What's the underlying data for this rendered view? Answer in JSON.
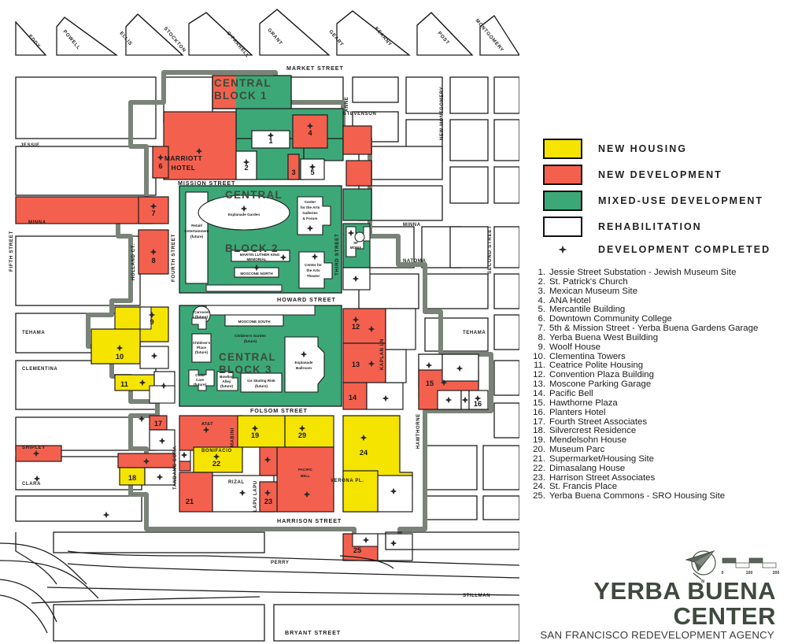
{
  "title": {
    "main": "YERBA BUENA CENTER",
    "sub": "SAN FRANCISCO REDEVELOPMENT AGENCY"
  },
  "scale": {
    "ticks": [
      "0",
      "100",
      "200"
    ]
  },
  "north": {
    "label": "N"
  },
  "legend": {
    "items": [
      {
        "label": "NEW HOUSING",
        "color": "#F5E400",
        "type": "swatch"
      },
      {
        "label": "NEW DEVELOPMENT",
        "color": "#F4604E",
        "type": "swatch"
      },
      {
        "label": "MIXED-USE DEVELOPMENT",
        "color": "#3CA877",
        "type": "swatch"
      },
      {
        "label": "REHABILITATION",
        "color": "#FFFFFF",
        "type": "swatch"
      },
      {
        "label": "DEVELOPMENT COMPLETED",
        "color": "#2A2A2A",
        "type": "diamond"
      }
    ]
  },
  "key_list": [
    {
      "num": "1.",
      "text": "Jessie Street Substation - Jewish Museum Site"
    },
    {
      "num": "2.",
      "text": "St. Patrick's Church"
    },
    {
      "num": "3.",
      "text": "Mexican Museum Site"
    },
    {
      "num": "4.",
      "text": "ANA Hotel"
    },
    {
      "num": "5.",
      "text": "Mercantile Building"
    },
    {
      "num": "6.",
      "text": "Downtown Community College"
    },
    {
      "num": "7.",
      "text": "5th & Mission Street - Yerba Buena Gardens Garage"
    },
    {
      "num": "8.",
      "text": "Yerba Buena West Building"
    },
    {
      "num": "9.",
      "text": "Woolf House"
    },
    {
      "num": "10.",
      "text": "Clementina Towers"
    },
    {
      "num": "11.",
      "text": "Ceatrice Polite Housing"
    },
    {
      "num": "12.",
      "text": "Convention Plaza Building"
    },
    {
      "num": "13.",
      "text": "Moscone Parking Garage"
    },
    {
      "num": "14.",
      "text": "Pacific Bell"
    },
    {
      "num": "15.",
      "text": "Hawthorne Plaza"
    },
    {
      "num": "16.",
      "text": "Planters Hotel"
    },
    {
      "num": "17.",
      "text": "Fourth Street Associates"
    },
    {
      "num": "18.",
      "text": "Silvercrest Residence"
    },
    {
      "num": "19.",
      "text": "Mendelsohn House"
    },
    {
      "num": "20.",
      "text": "Museum Parc"
    },
    {
      "num": "21.",
      "text": "Supermarket/Housing Site"
    },
    {
      "num": "22.",
      "text": "Dimasalang House"
    },
    {
      "num": "23.",
      "text": "Harrison Street Associates"
    },
    {
      "num": "24.",
      "text": "St. Francis Place"
    },
    {
      "num": "25.",
      "text": "Yerba Buena Commons - SRO Housing Site"
    }
  ],
  "map": {
    "blocks": [
      {
        "name": "CENTRAL BLOCK 1",
        "line1": "CENTRAL",
        "line2": "BLOCK 1"
      },
      {
        "name": "CENTRAL BLOCK 2",
        "line1": "CENTRAL",
        "line2": "BLOCK 2"
      },
      {
        "name": "CENTRAL BLOCK 3",
        "line1": "CENTRAL",
        "line2": "BLOCK 3"
      }
    ],
    "diagonal_streets": [
      "EDDY",
      "POWELL",
      "ELLIS",
      "STOCKTON",
      "O'FARRELL",
      "GRANT",
      "GEARY",
      "KEARNY",
      "POST",
      "MONTGOMERY"
    ],
    "major_streets": [
      "MARKET STREET",
      "MISSION STREET",
      "HOWARD STREET",
      "FOLSOM STREET",
      "HARRISON STREET",
      "BRYANT STREET"
    ],
    "minor_streets": [
      "STEVENSON",
      "ANNE",
      "NEW MONTGOMERY",
      "JESSIE",
      "MINNA",
      "NATOMA",
      "TEHAMA",
      "CLEMENTINA",
      "SHIPLEY",
      "CLARA",
      "PERRY",
      "STILLMAN",
      "HOLLAND CT.",
      "KAPLAN LN",
      "VERONA PL.",
      "BONIFACIO",
      "RIZAL",
      "MABINI",
      "TANDANG SORA",
      "LAPU LAPU",
      "HAWTHORNE"
    ],
    "vertical_streets": [
      "FIFTH STREET",
      "FOURTH STREET",
      "THIRD STREET",
      "SECOND STREET"
    ],
    "buildings": [
      "MARRIOTT HOTEL",
      "Esplanade Garden",
      "Center for the Arts Galleries & Forum",
      "Retail/ Entertainment (future)",
      "MARTIN LUTHER KING MEMORIAL",
      "MOSCONE NORTH",
      "Center for the Arts Theater",
      "SF MOMA",
      "Carousel (future)",
      "MOSCONE SOUTH",
      "Children's Place (future)",
      "Children's Garden (future)",
      "Child Care (future)",
      "Bowling Alley (future)",
      "Ice Skating Rink (future)",
      "Esplanade Ballroom",
      "AT&T",
      "PACIFIC BELL"
    ],
    "parcel_numbers": [
      "1",
      "2",
      "3",
      "4",
      "5",
      "6",
      "7",
      "8",
      "9",
      "10",
      "11",
      "12",
      "13",
      "14",
      "15",
      "16",
      "17",
      "18",
      "19",
      "21",
      "22",
      "23",
      "24",
      "25",
      "29"
    ]
  }
}
